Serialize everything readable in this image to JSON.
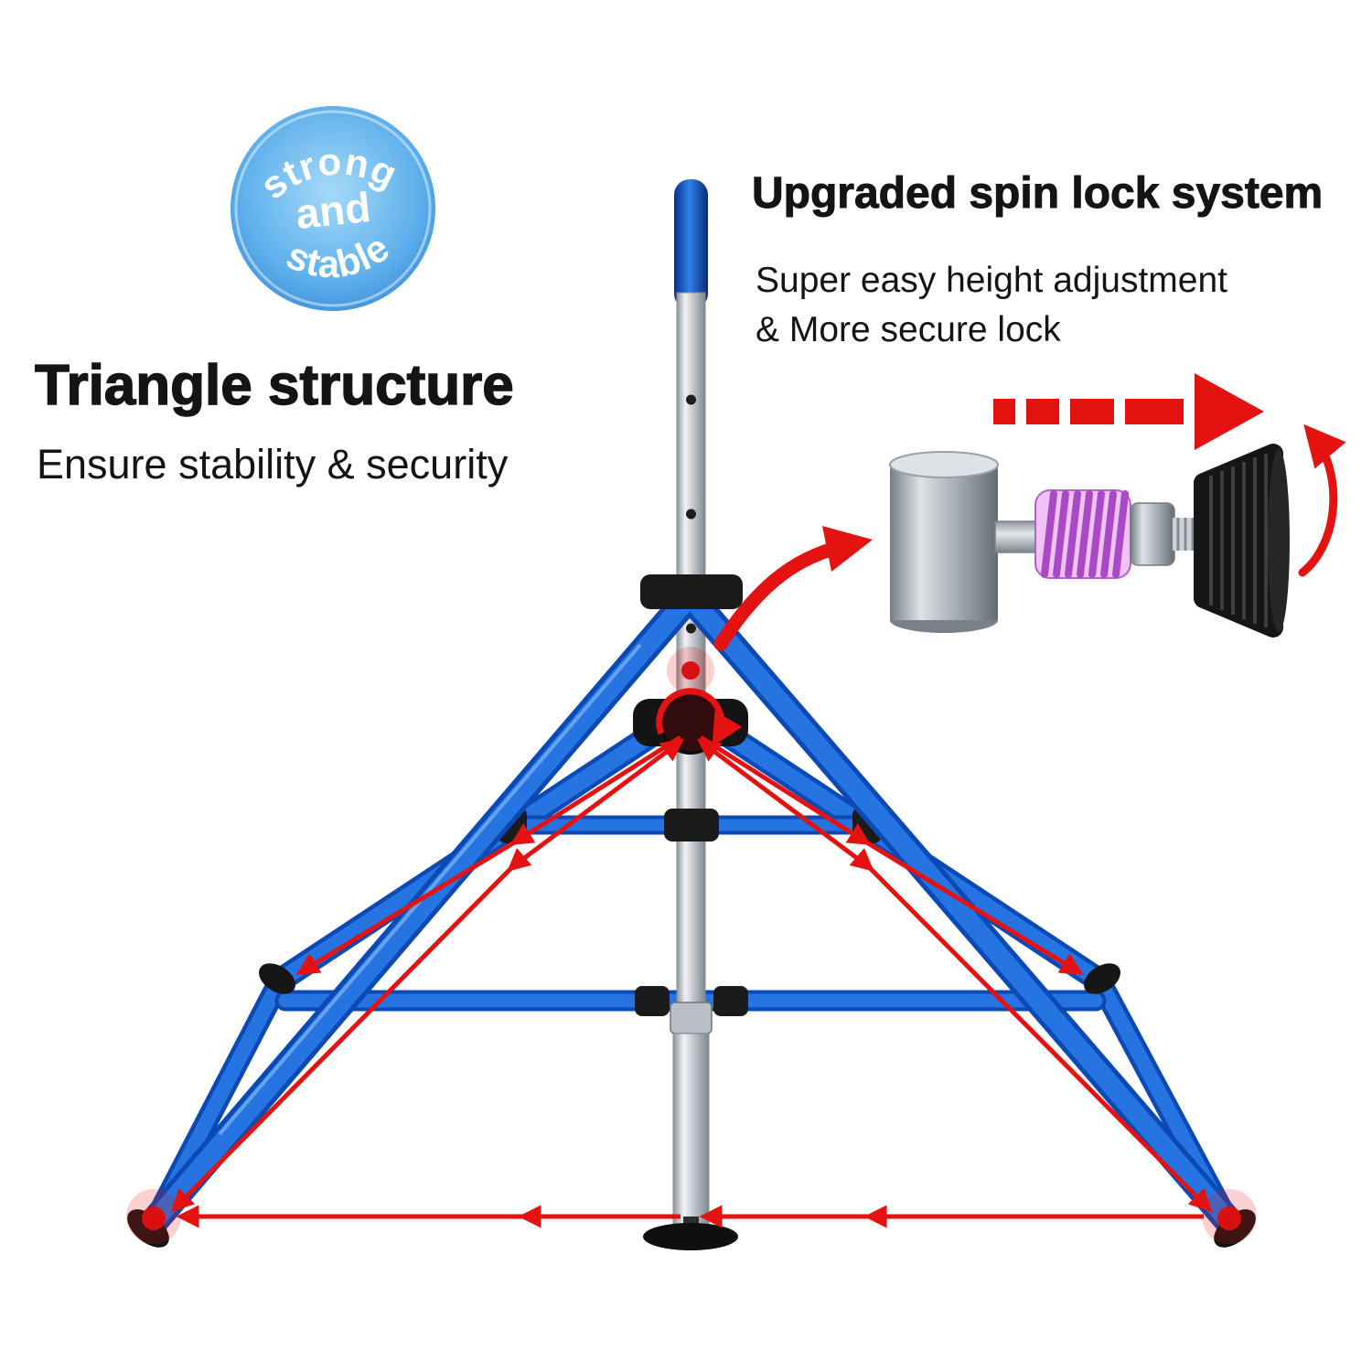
{
  "badge": {
    "word_top": "strong",
    "word_middle": "and",
    "word_bottom": "stable"
  },
  "left_section": {
    "title": "Triangle structure",
    "subtitle": "Ensure stability & security"
  },
  "right_section": {
    "title": "Upgraded spin lock system",
    "subtitle_line1": "Super easy height adjustment",
    "subtitle_line2": "& More secure lock"
  },
  "colors": {
    "badge_blue": "#4a9fe3",
    "frame_blue": "#2574e2",
    "frame_blue_dark": "#0b49b4",
    "arrow_red": "#e51212",
    "spring_magenta": "#a84ac6",
    "pole_silver": "#c6cbd1",
    "hardware_black": "#161616"
  }
}
